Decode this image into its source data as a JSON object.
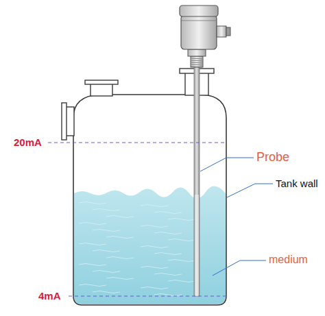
{
  "diagram": {
    "labels": [
      "20mA",
      "Probe",
      "Tank wall",
      "medium",
      "4mA"
    ]
  }
}
